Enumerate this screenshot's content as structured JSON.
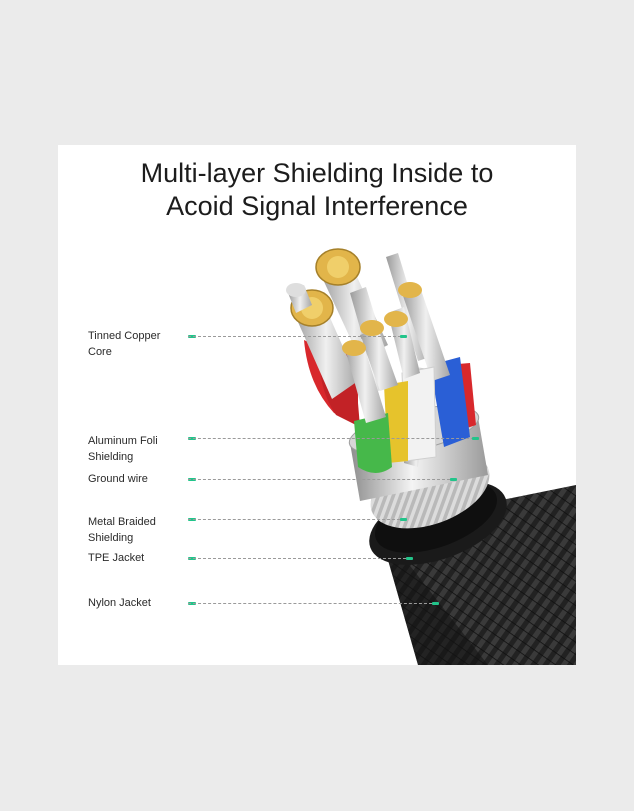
{
  "title": {
    "line1": "Multi-layer Shielding Inside to",
    "line2": "Acoid Signal Interference"
  },
  "labels": [
    {
      "id": "tinned-copper-core",
      "line1": "Tinned Copper",
      "line2": "Core"
    },
    {
      "id": "aluminum-foil-shielding",
      "line1": "Aluminum Foli",
      "line2": "Shielding"
    },
    {
      "id": "ground-wire",
      "line1": "Ground wire",
      "line2": ""
    },
    {
      "id": "metal-braided-shielding",
      "line1": "Metal Braided",
      "line2": "Shielding"
    },
    {
      "id": "tpe-jacket",
      "line1": "TPE Jacket",
      "line2": ""
    },
    {
      "id": "nylon-jacket",
      "line1": "Nylon Jacket",
      "line2": ""
    }
  ],
  "colors": {
    "accent": "#22c48a",
    "wire_red": "#d8282c",
    "wire_blue": "#2a5fd6",
    "wire_green": "#46b84a",
    "wire_yellow": "#e6c32c",
    "wire_white": "#f2f2f2",
    "copper": "#e2b54a",
    "jacket": "#1a1a1a"
  }
}
